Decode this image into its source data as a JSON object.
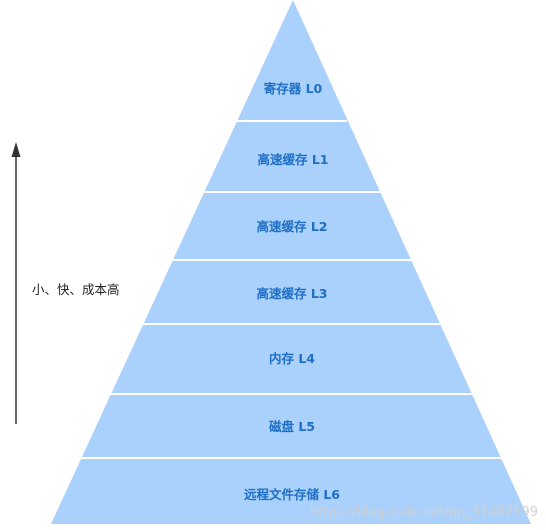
{
  "levels": [
    {
      "label": "寄存器 L0"
    },
    {
      "label": "高速缓存 L1"
    },
    {
      "label": "高速缓存 L2"
    },
    {
      "label": "高速缓存 L3"
    },
    {
      "label": "内存 L4"
    },
    {
      "label": "磁盘 L5"
    },
    {
      "label": "远程文件存储 L6"
    }
  ],
  "side_annotation": "小、快、成本高",
  "watermark": "https://blog.csdn.net/qq_31482599",
  "colors": {
    "fill": "#a9d1fb",
    "separator": "#ffffff",
    "label": "#1f6fc6",
    "arrow": "#333333"
  }
}
